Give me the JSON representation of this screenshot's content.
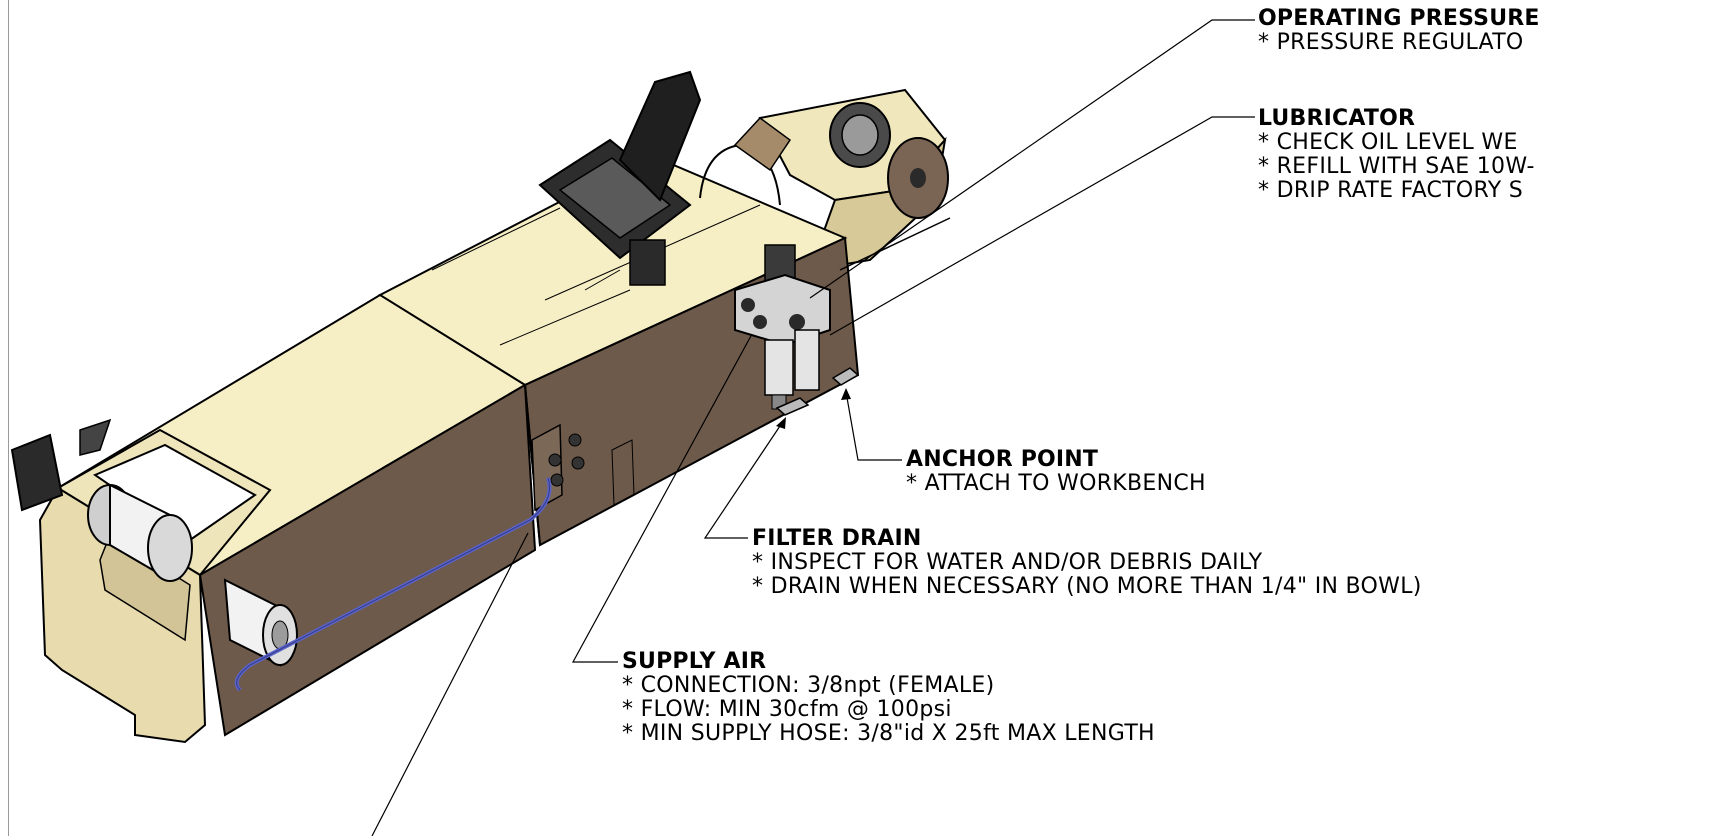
{
  "callouts": {
    "operating_pressure": {
      "title": "OPERATING PRESSURE",
      "lines": [
        "* PRESSURE REGULATO"
      ]
    },
    "lubricator": {
      "title": "LUBRICATOR",
      "lines": [
        "* CHECK OIL LEVEL WE",
        "* REFILL WITH SAE 10W-",
        "* DRIP RATE FACTORY S"
      ]
    },
    "anchor_point": {
      "title": "ANCHOR POINT",
      "lines": [
        "* ATTACH TO WORKBENCH"
      ]
    },
    "filter_drain": {
      "title": "FILTER DRAIN",
      "lines": [
        "* INSPECT FOR WATER AND/OR DEBRIS DAILY",
        "* DRAIN WHEN NECESSARY (NO MORE THAN 1/4\" IN BOWL)"
      ]
    },
    "supply_air": {
      "title": "SUPPLY AIR",
      "lines": [
        "* CONNECTION: 3/8npt (FEMALE)",
        "* FLOW:  MIN 30cfm @ 100psi",
        "* MIN SUPPLY HOSE: 3/8\"id X 25ft MAX LENGTH"
      ]
    }
  },
  "colors": {
    "top_surface": "#f6eec5",
    "side_panel": "#6e5a4a",
    "frame_end": "#e8dcae",
    "hose": "#5a63c8",
    "roller": "#f2f2f2",
    "metal": "#b8b8b8",
    "dark_part": "#2a2a2a",
    "leader_line": "#000000"
  }
}
